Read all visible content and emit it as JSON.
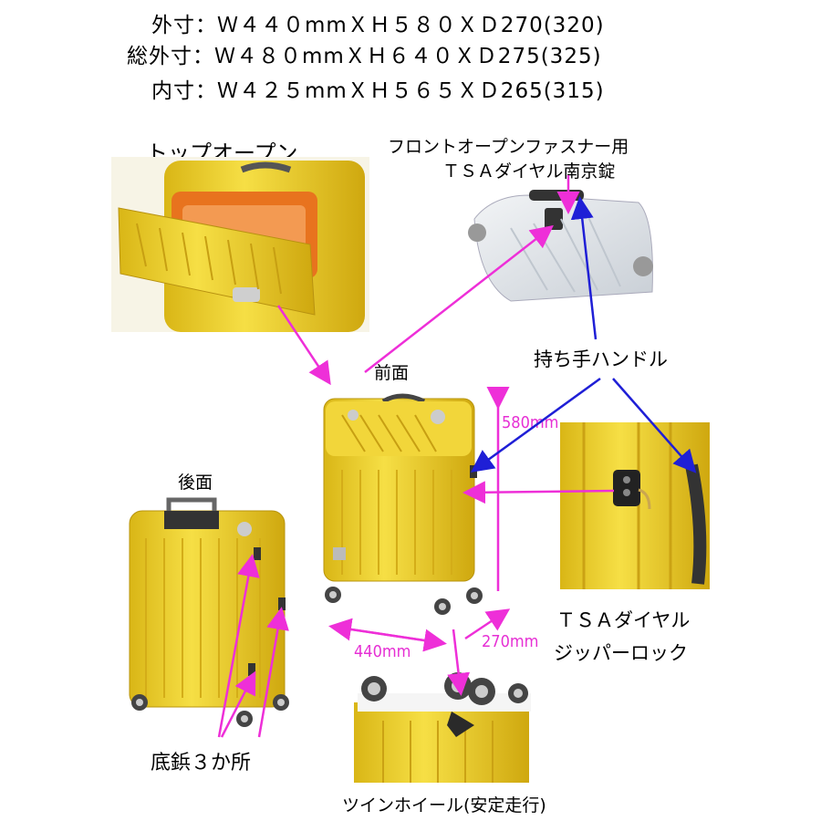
{
  "specs": {
    "outer": "外寸：Ｗ４４０mmＸＨ５８０ＸＤ270(320)",
    "total_outer": "総外寸：Ｗ４８０mmＸＨ６４０ＸＤ275(325)",
    "inner": "内寸：Ｗ４２５mmＸＨ５６５ＸＤ265(315)"
  },
  "labels": {
    "top_open": "トップオープン",
    "lock_title_1": "フロントオープンファスナー用",
    "lock_title_2": "ＴＳＡダイヤル南京錠",
    "handle": "持ち手ハンドル",
    "front": "前面",
    "back": "後面",
    "zipper_lock_1": "ＴＳＡダイヤル",
    "zipper_lock_2": "ジッパーロック",
    "feet": "底鋲３か所",
    "wheels": "ツインホイール(安定走行)"
  },
  "dimensions": {
    "height": "580mm",
    "width": "440mm",
    "depth": "270mm"
  },
  "colors": {
    "suitcase_yellow": "#f0d22a",
    "arrow_magenta": "#ee2fd8",
    "arrow_blue": "#1f1fd6",
    "interior_orange": "#e8731e"
  }
}
